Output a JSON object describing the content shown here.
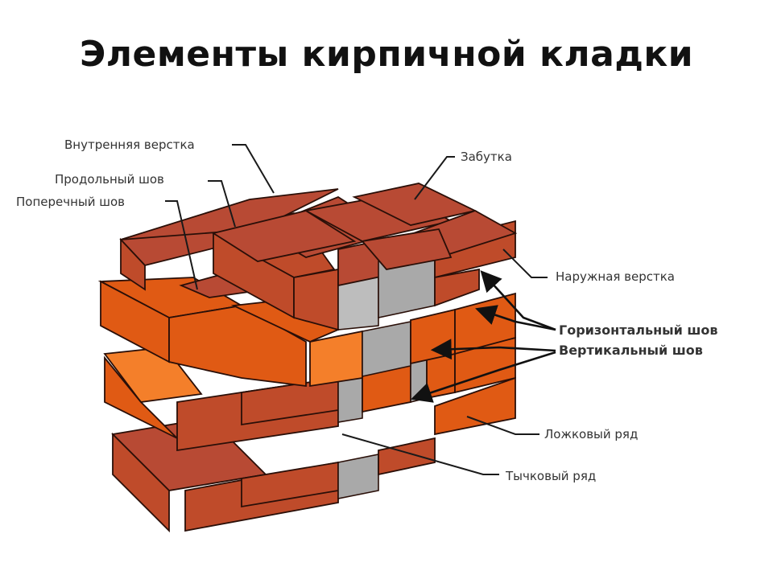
{
  "title": "Элементы кирпичной кладки",
  "labels": {
    "inner_facing": "Внутренняя верстка",
    "longitudinal_joint": "Продольный шов",
    "transverse_joint": "Поперечный шов",
    "infill": "Забутка",
    "outer_facing": "Наружная верстка",
    "horizontal_joint": "Горизонтальный шов",
    "vertical_joint": "Вертикальный шов",
    "stretcher_row": "Ложковый ряд",
    "header_row": "Тычковый ряд"
  },
  "colors": {
    "brick_top": "#b84a34",
    "brick_face": "#bf4b2a",
    "brick_bright": "#e05a14",
    "brick_light": "#f47f2a",
    "mortar": "#a9a9a9"
  }
}
